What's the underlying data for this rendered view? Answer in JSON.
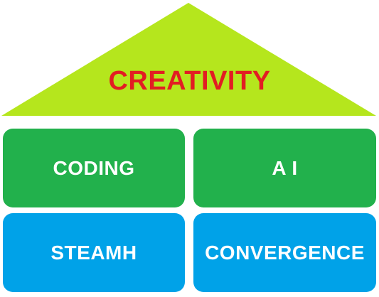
{
  "roof": {
    "label": "CREATIVITY",
    "fill_color": "#b5e61d",
    "text_color": "#e21d23"
  },
  "blocks": [
    {
      "label": "CODING",
      "color": "#22b14c"
    },
    {
      "label": "A I",
      "color": "#22b14c"
    },
    {
      "label": "STEAMH",
      "color": "#00a2e8"
    },
    {
      "label": "CONVERGENCE",
      "color": "#00a2e8"
    }
  ]
}
